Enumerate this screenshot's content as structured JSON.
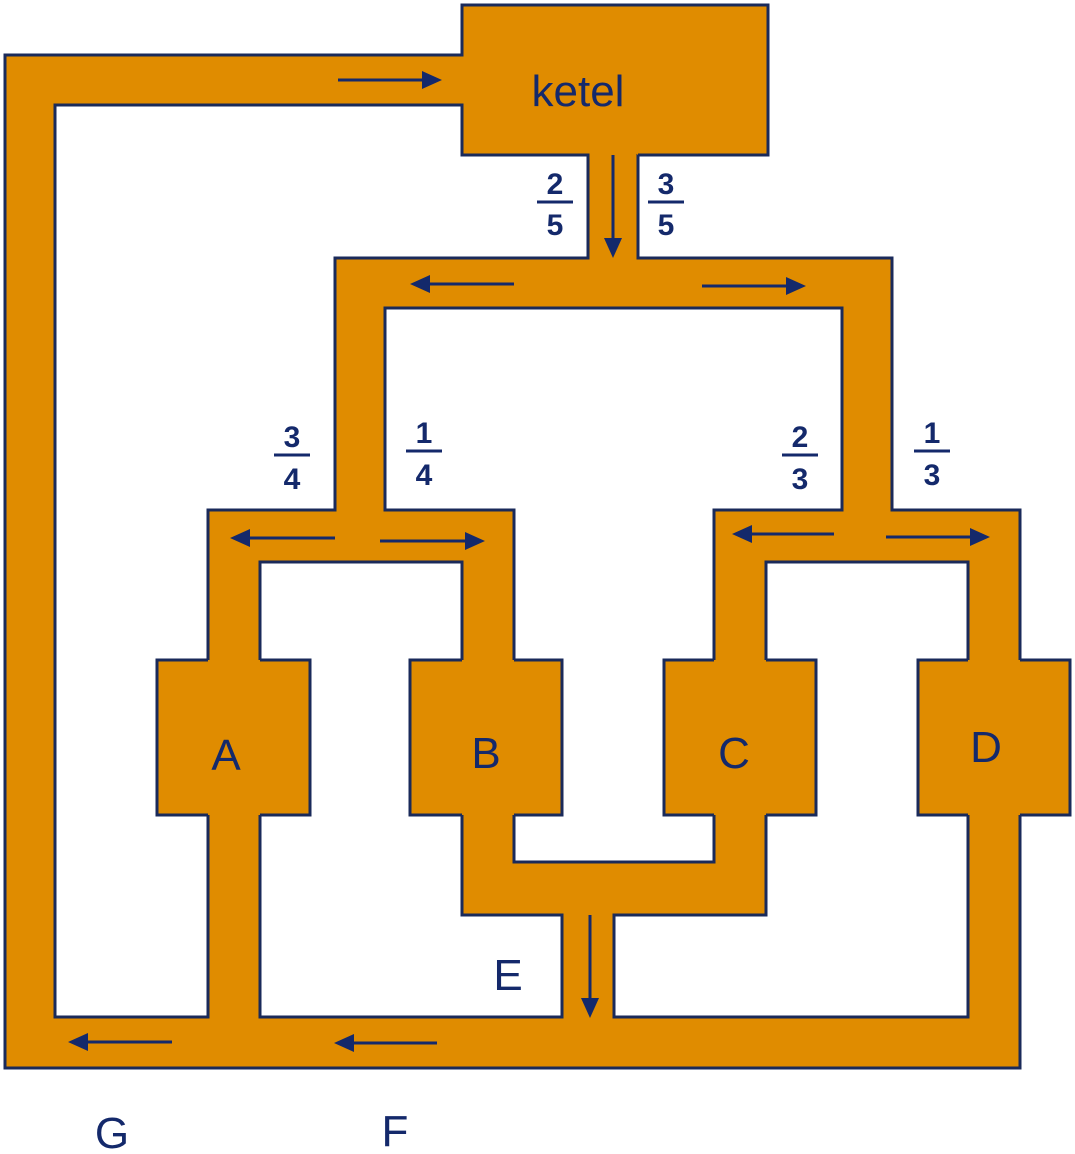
{
  "labels": {
    "ketel": "ketel",
    "A": "A",
    "B": "B",
    "C": "C",
    "D": "D",
    "E": "E",
    "F": "F",
    "G": "G"
  },
  "fractions": {
    "ketel_left": {
      "num": "2",
      "den": "5"
    },
    "ketel_right": {
      "num": "3",
      "den": "5"
    },
    "left_left": {
      "num": "3",
      "den": "4"
    },
    "left_right": {
      "num": "1",
      "den": "4"
    },
    "right_left": {
      "num": "2",
      "den": "3"
    },
    "right_right": {
      "num": "1",
      "den": "3"
    }
  },
  "colors": {
    "pipe": "#e08c00",
    "outline": "#1a2a5a",
    "arrow": "#14296b",
    "text": "#14296b"
  }
}
